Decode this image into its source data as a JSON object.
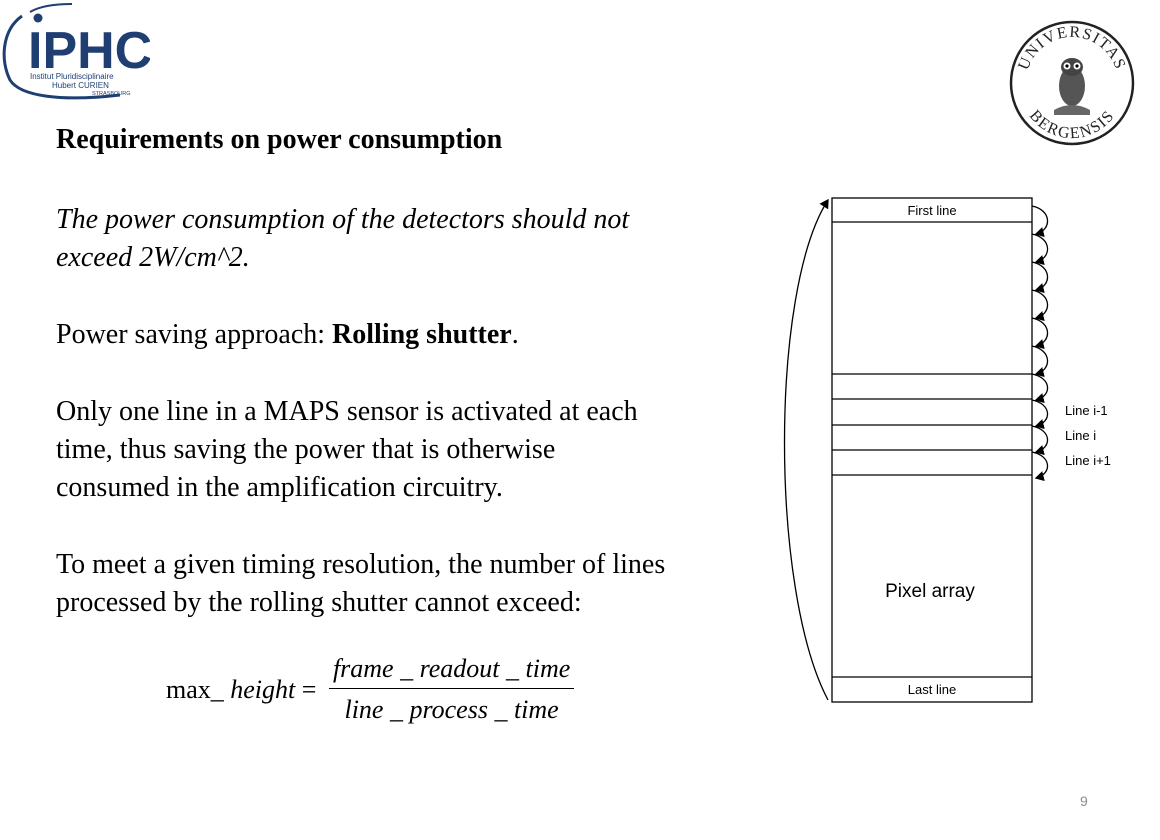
{
  "logos": {
    "left": {
      "name": "IPHC",
      "line1": "Institut Pluridisciplinaire",
      "line2": "Hubert CURIEN",
      "line3": "STRASBOURG"
    },
    "right": {
      "top_text": "UNIVERSITAS",
      "bottom_text": "BERGENSIS"
    }
  },
  "slide": {
    "heading": "Requirements on power consumption",
    "italic_lines": [
      "The power consumption of the detectors should not",
      "exceed 2W/cm^2."
    ],
    "approach_prefix": "Power saving approach: ",
    "approach_bold": "Rolling shutter",
    "approach_suffix": ".",
    "explanation_lines": [
      "Only one line in a MAPS sensor is activated at each",
      "time, thus saving the power that is otherwise",
      "consumed in the amplification circuitry."
    ],
    "constraint_lines": [
      "To meet a given timing resolution, the number of lines",
      "processed by the rolling shutter cannot exceed:"
    ],
    "formula": {
      "lhs_prefix": "max_ ",
      "lhs_var": "height",
      "equals": " = ",
      "numerator": "frame _ readout _ time",
      "denominator": "line _ process _ time"
    },
    "page_number": "9"
  },
  "diagram": {
    "first_line": "First line",
    "last_line": "Last line",
    "array_label": "Pixel array",
    "line_labels": [
      "Line i-1",
      "Line i",
      "Line i+1"
    ]
  }
}
